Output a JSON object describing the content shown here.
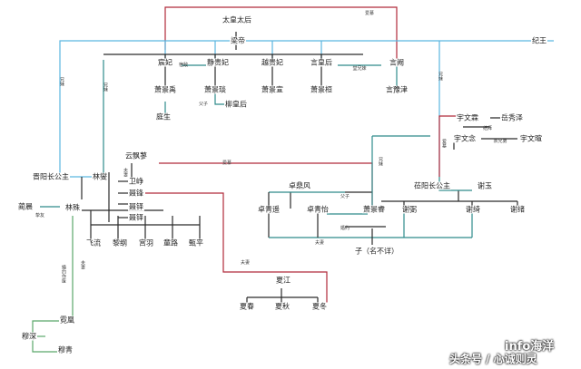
{
  "people": {
    "taihuang_taihou": "太皇太后",
    "liangdi": "梁帝",
    "niwang": "纪王",
    "chenfei": "宸妃",
    "jinggui_fei": "静贵妃",
    "yuegui_fei": "越贵妃",
    "yanhou": "言皇后",
    "yan_que": "言阙",
    "xiao_jingyu": "萧景禹",
    "xiao_jingyan": "萧景琰",
    "xiao_jingxuan": "萧景宣",
    "xiao_jinghuan": "萧景桓",
    "yan_yujin": "言豫津",
    "ting_sheng": "庭生",
    "liu_huanghou": "柳皇后",
    "jinyang_princess": "晋阳长公主",
    "lin_xie": "林燮",
    "yun_piaoliao": "云飘蓼",
    "wei_zheng": "卫峥",
    "nie_feng": "聂锋",
    "nie_duo": "聂铎",
    "nie_yue": "聂铎",
    "li_chen": "蔺晨",
    "lin_shu": "林殊",
    "fei_liu": "飞流",
    "li_gang": "黎纲",
    "gong_yu": "宫羽",
    "zhen_ping": "甄平",
    "tong_lu": "童路",
    "mu_shen": "穆深",
    "xia_dong_top": "霓凰",
    "mu_qing": "穆青",
    "xia_jiang": "夏江",
    "xia_chun": "夏春",
    "xia_qiu": "夏秋",
    "xia_dong": "夏冬",
    "zhuo_dingfeng": "卓鼎风",
    "zhuo_qingyao": "卓青遥",
    "zhuo_qingyi": "卓青怡",
    "xiao_jingrui": "萧景睿",
    "xie_bi": "谢弼",
    "xie_qi": "谢绮",
    "xie_xu": "谢绪",
    "liyang_princess": "莅阳长公主",
    "xie_yu": "谢玉",
    "yuwen_lin": "宇文霖",
    "yue_xiuze": "岳秀泽",
    "yuwen_nian": "宇文念",
    "yuwen_xuan": "宇文暄",
    "zi": "子（名不详）"
  },
  "relations": {
    "couple": "夫妻",
    "affair": "爱慕",
    "siblings": "兄妹",
    "father_son": "父子",
    "rival": "宿敌",
    "cousin": "堂兄妹",
    "friend": "挚友",
    "sworn": "结拜",
    "yuwen_siblings": "兄妹",
    "engaged": "婚约",
    "engaged_vertical": "婚约作废",
    "cousin_lr": "表兄弟"
  },
  "watermark": {
    "brand": "info海洋",
    "source": "头条号 / 心诚则灵"
  },
  "colors": {
    "blue": "#5bb6e0",
    "red": "#b02a3a",
    "teal": "#2e8b8b",
    "black": "#2a2a2a",
    "green": "#5aa86a"
  }
}
